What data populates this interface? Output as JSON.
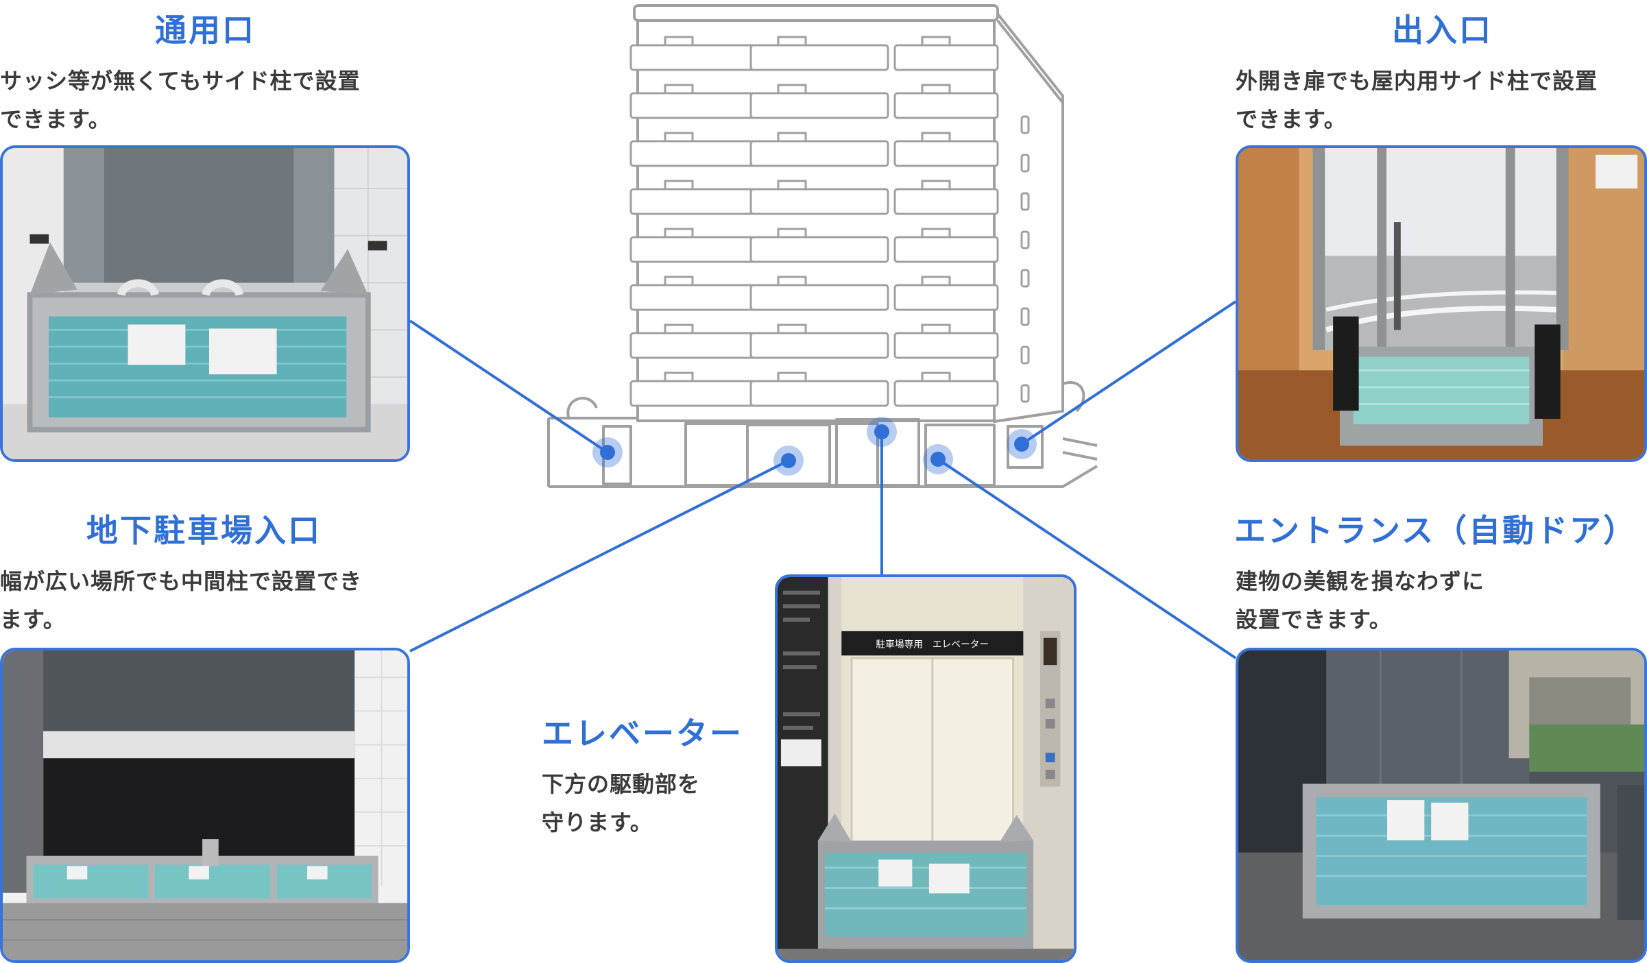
{
  "colors": {
    "accent": "#2f6fd6",
    "line": "#2f6fd6",
    "text": "#3a3a3a",
    "building_stroke": "#a0a0a0"
  },
  "callouts": {
    "service_entrance": {
      "title": "通用口",
      "desc_line1": "サッシ等が無くてもサイド柱で設置",
      "desc_line2": "できます。"
    },
    "entrance": {
      "title": "出入口",
      "desc_line1": "外開き扉でも屋内用サイド柱で設置",
      "desc_line2": "できます。"
    },
    "parking": {
      "title": "地下駐車場入口",
      "desc_line1": "幅が広い場所でも中間柱で設置でき",
      "desc_line2": "ます。"
    },
    "elevator": {
      "title": "エレベーター",
      "desc_line1": "下方の駆動部を",
      "desc_line2": "守ります。"
    },
    "auto_door": {
      "title": "エントランス（自動ドア）",
      "desc_line1": "建物の美観を損なわずに",
      "desc_line2": "設置できます。"
    }
  },
  "elevator_photo": {
    "sign_text": "駐車場専用　エレベーター"
  }
}
